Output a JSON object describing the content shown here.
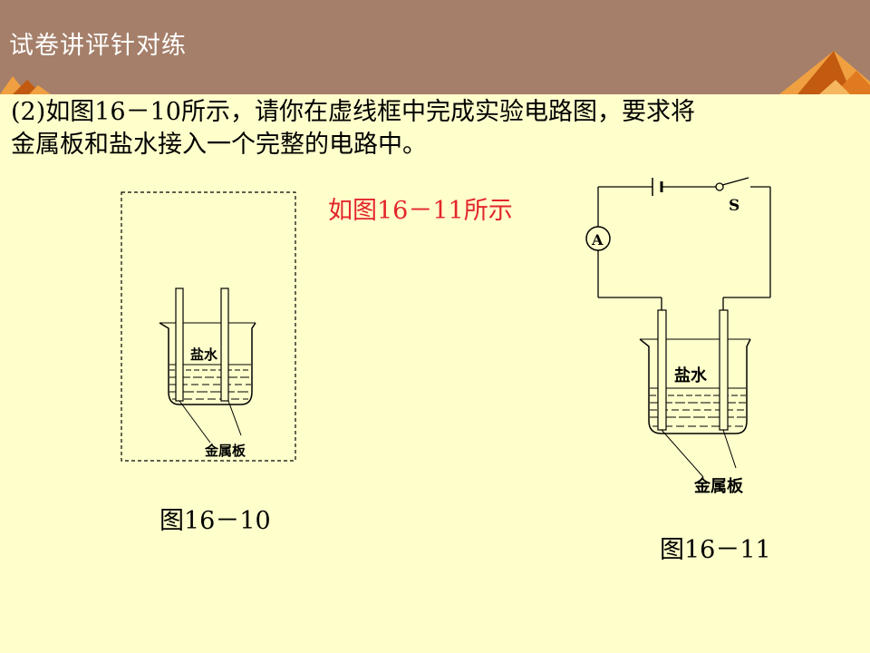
{
  "header": {
    "title": "试卷讲评针对练"
  },
  "question": {
    "line1": "(2)如图16－10所示，请你在虚线框中完成实验电路图，要求将",
    "line2": "金属板和盐水接入一个完整的电路中。"
  },
  "answer": {
    "text": "如图16－11所示"
  },
  "figure_left": {
    "liquid_label": "盐水",
    "plate_label": "金属板",
    "caption": "图16－10"
  },
  "figure_right": {
    "ammeter_label": "A",
    "switch_label": "S",
    "liquid_label": "盐水",
    "plate_label": "金属板",
    "caption": "图16－11"
  },
  "colors": {
    "background": "#FFFFCC",
    "header": "#A57F6A",
    "answer_text": "#E3262B",
    "deco_light": "#F0A040",
    "deco_dark": "#C25A10"
  }
}
